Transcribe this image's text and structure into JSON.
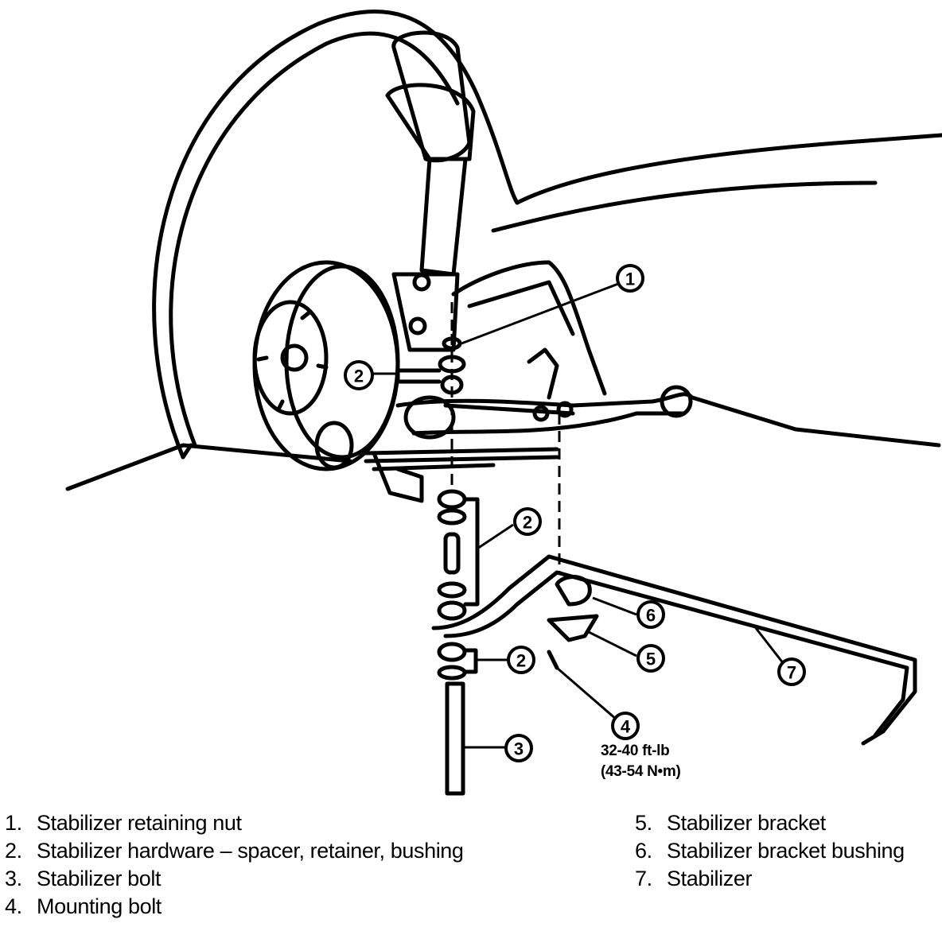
{
  "callouts": {
    "c1": "1",
    "c2a": "2",
    "c2b": "2",
    "c2c": "2",
    "c3": "3",
    "c4": "4",
    "c5": "5",
    "c6": "6",
    "c7": "7"
  },
  "torque": {
    "line1": "32-40 ft-lb",
    "line2": "(43-54 N•m)"
  },
  "legend": [
    {
      "num": "1.",
      "text": "Stabilizer retaining nut"
    },
    {
      "num": "2.",
      "text": "Stabilizer hardware – spacer, retainer, bushing"
    },
    {
      "num": "3.",
      "text": "Stabilizer bolt"
    },
    {
      "num": "4.",
      "text": "Mounting bolt"
    },
    {
      "num": "5.",
      "text": "Stabilizer bracket"
    },
    {
      "num": "6.",
      "text": "Stabilizer bracket bushing"
    },
    {
      "num": "7.",
      "text": "Stabilizer"
    }
  ]
}
